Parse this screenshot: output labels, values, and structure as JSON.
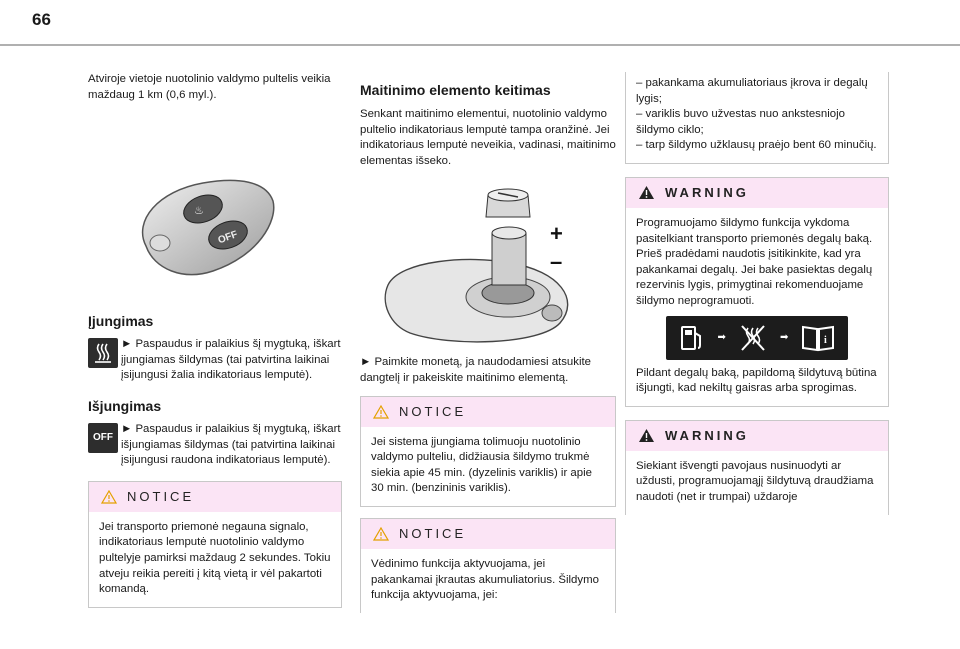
{
  "page": {
    "number": "66"
  },
  "col1": {
    "intro": "Atviroje vietoje nuotolinio valdymo pultelis veikia maždaug 1 km (0,6 myl.).",
    "on": {
      "heading": "Įjungimas",
      "text": "► Paspaudus ir palaikius šį mygtuką, iškart įjungiamas šildymas (tai patvirtina laikinai įsijungusi žalia indikatoriaus lemputė)."
    },
    "off": {
      "heading": "Išjungimas",
      "icon_label": "OFF",
      "text": "► Paspaudus ir palaikius šį mygtuką, iškart išjungiamas šildymas (tai patvirtina laikinai įsijungusi raudona indikatoriaus lemputė)."
    },
    "notice": {
      "label": "NOTICE",
      "text": "Jei transporto priemonė negauna signalo, indikatoriaus lemputė nuotolinio valdymo pultelyje pamirksi maždaug 2 sekundes. Tokiu atveju reikia pereiti į kitą vietą ir vėl pakartoti komandą."
    }
  },
  "col2": {
    "heading": "Maitinimo elemento keitimas",
    "text": "Senkant maitinimo elementui, nuotolinio valdymo pultelio indikatoriaus lemputė tampa oranžinė. Jei indikatoriaus lemputė neveikia, vadinasi, maitinimo elementas išseko.",
    "plus": "+",
    "minus": "–",
    "step": "► Paimkite monetą, ja naudodamiesi atsukite dangtelį ir pakeiskite maitinimo elementą.",
    "notice1": {
      "label": "NOTICE",
      "text": "Jei sistema įjungiama tolimuoju nuotolinio valdymo pulteliu, didžiausia šildymo trukmė siekia apie 45 min. (dyzelinis variklis) ir apie 30 min. (benzininis variklis)."
    },
    "notice2": {
      "label": "NOTICE",
      "text": "Vėdinimo funkcija aktyvuojama, jei pakankamai įkrautas akumuliatorius. Šildymo funkcija aktyvuojama, jei:"
    }
  },
  "col3": {
    "conditions": [
      "– pakankama akumuliatoriaus įkrova ir degalų lygis;",
      "– variklis buvo užvestas nuo ankstesniojo šildymo ciklo;",
      "– tarp šildymo užklausų praėjo bent 60 minučių."
    ],
    "warning1": {
      "label": "WARNING",
      "text": "Programuojamo šildymo funkcija vykdoma pasitelkiant transporto priemonės degalų baką. Prieš pradėdami naudotis įsitikinkite, kad yra pakankamai degalų. Jei bake pasiektas degalų rezervinis lygis, primygtinai rekomenduojame šildymo neprogramuoti.",
      "text2": "Pildant degalų baką, papildomą šildytuvą būtina išjungti, kad nekiltų gaisras arba sprogimas."
    },
    "warning2": {
      "label": "WARNING",
      "text": "Siekiant išvengti pavojaus nusinuodyti ar uždusti, programuojamąjį šildytuvą draudžiama naudoti (net ir trumpai) uždaroje"
    }
  },
  "colors": {
    "box_header": "#fbe4f5",
    "box_border": "#c8c8c8",
    "warning_icon": "#e4a000"
  }
}
